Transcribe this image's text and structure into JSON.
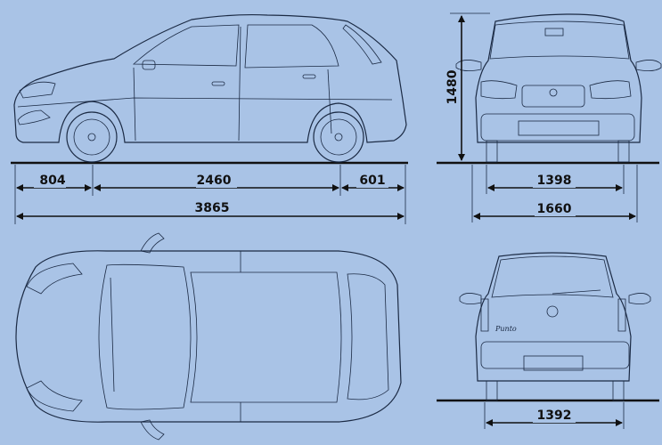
{
  "dimensions": {
    "front_overhang": "804",
    "wheelbase": "2460",
    "rear_overhang": "601",
    "overall_length": "3865",
    "height": "1480",
    "front_track": "1398",
    "overall_width": "1660",
    "rear_track": "1392"
  },
  "badge": {
    "model_script": "Punto"
  },
  "colors": {
    "background": "#a9c3e6",
    "line": "#1b2a44",
    "dimension": "#111111"
  }
}
